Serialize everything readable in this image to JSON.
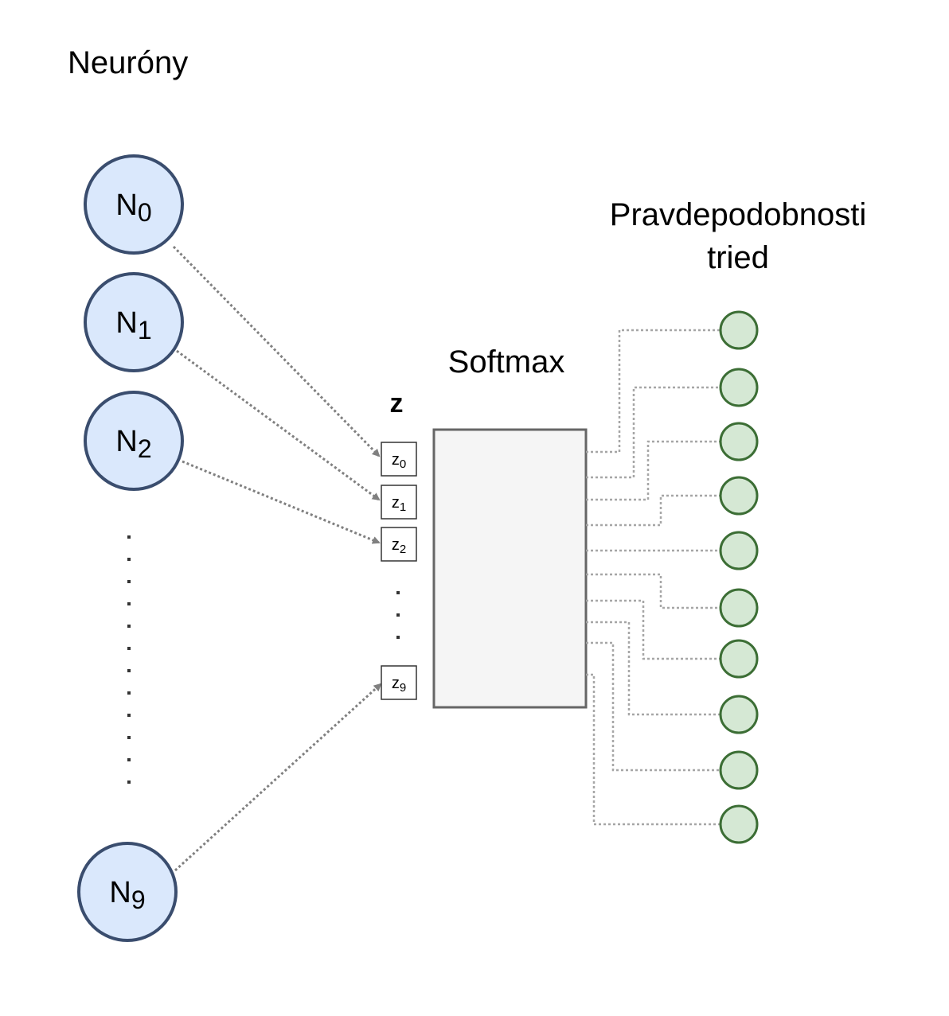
{
  "labels": {
    "neurons_title": "Neuróny",
    "probabilities_line1": "Pravdepodobnosti",
    "probabilities_line2": "tried",
    "softmax": "Softmax",
    "z_header": "z"
  },
  "neurons": [
    {
      "base": "N",
      "sub": "0"
    },
    {
      "base": "N",
      "sub": "1"
    },
    {
      "base": "N",
      "sub": "2"
    },
    {
      "base": "N",
      "sub": "9"
    }
  ],
  "z_inputs": [
    {
      "base": "z",
      "sub": "0"
    },
    {
      "base": "z",
      "sub": "1"
    },
    {
      "base": "z",
      "sub": "2"
    },
    {
      "base": "z",
      "sub": "9"
    }
  ],
  "output_count": 10,
  "colors": {
    "neuron_fill": "#dae8fc",
    "neuron_stroke": "#3a4d6e",
    "output_fill": "#d5e8d4",
    "output_stroke": "#3c6e35",
    "softmax_fill": "#f5f5f5"
  }
}
